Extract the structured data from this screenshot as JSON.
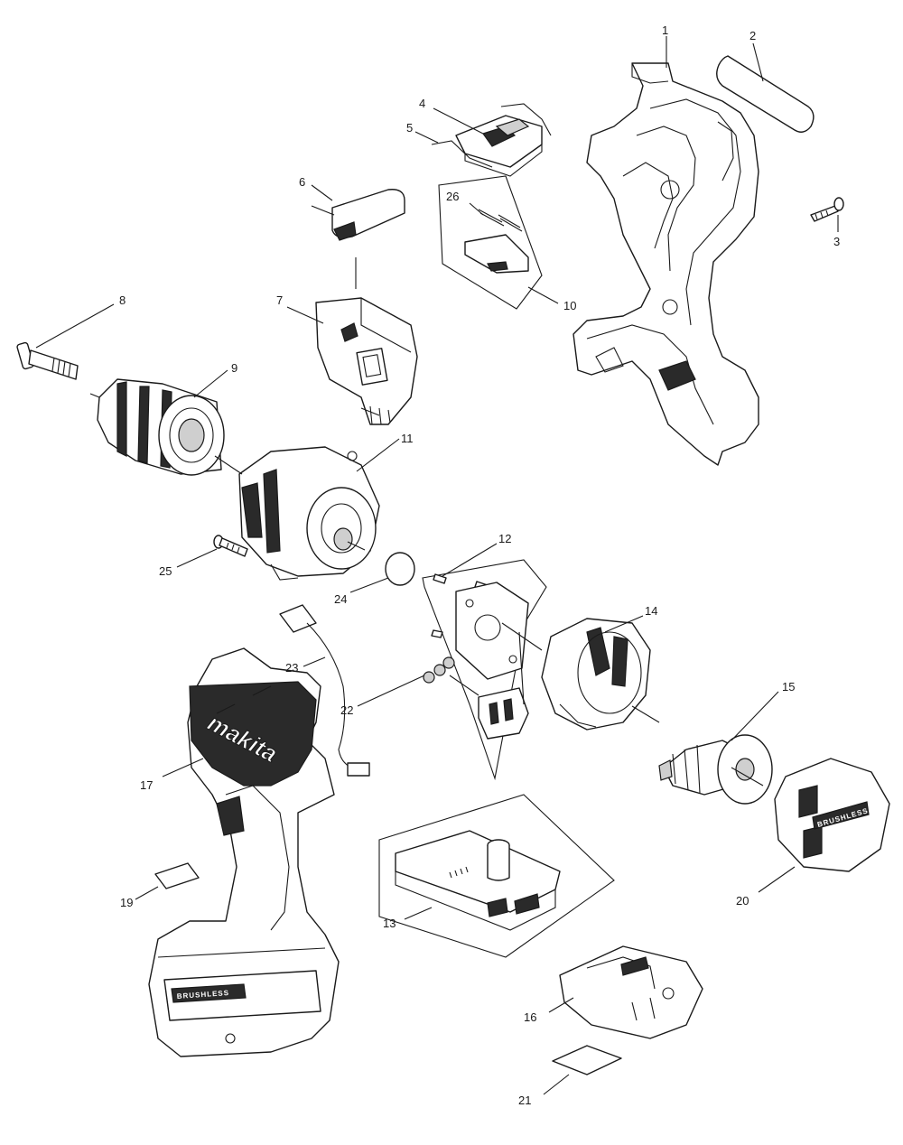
{
  "diagram": {
    "callouts": {
      "c1": "1",
      "c2": "2",
      "c3": "3",
      "c4": "4",
      "c5": "5",
      "c6": "6",
      "c7": "7",
      "c8": "8",
      "c9": "9",
      "c10": "10",
      "c11": "11",
      "c12": "12",
      "c13": "13",
      "c14": "14",
      "c15": "15",
      "c16": "16",
      "c17": "17",
      "c19": "19",
      "c20": "20",
      "c21": "21",
      "c22": "22",
      "c23": "23",
      "c24": "24",
      "c25": "25",
      "c26": "26"
    },
    "brand_logo": "makita",
    "badge_text": "BRUSHLESS"
  }
}
